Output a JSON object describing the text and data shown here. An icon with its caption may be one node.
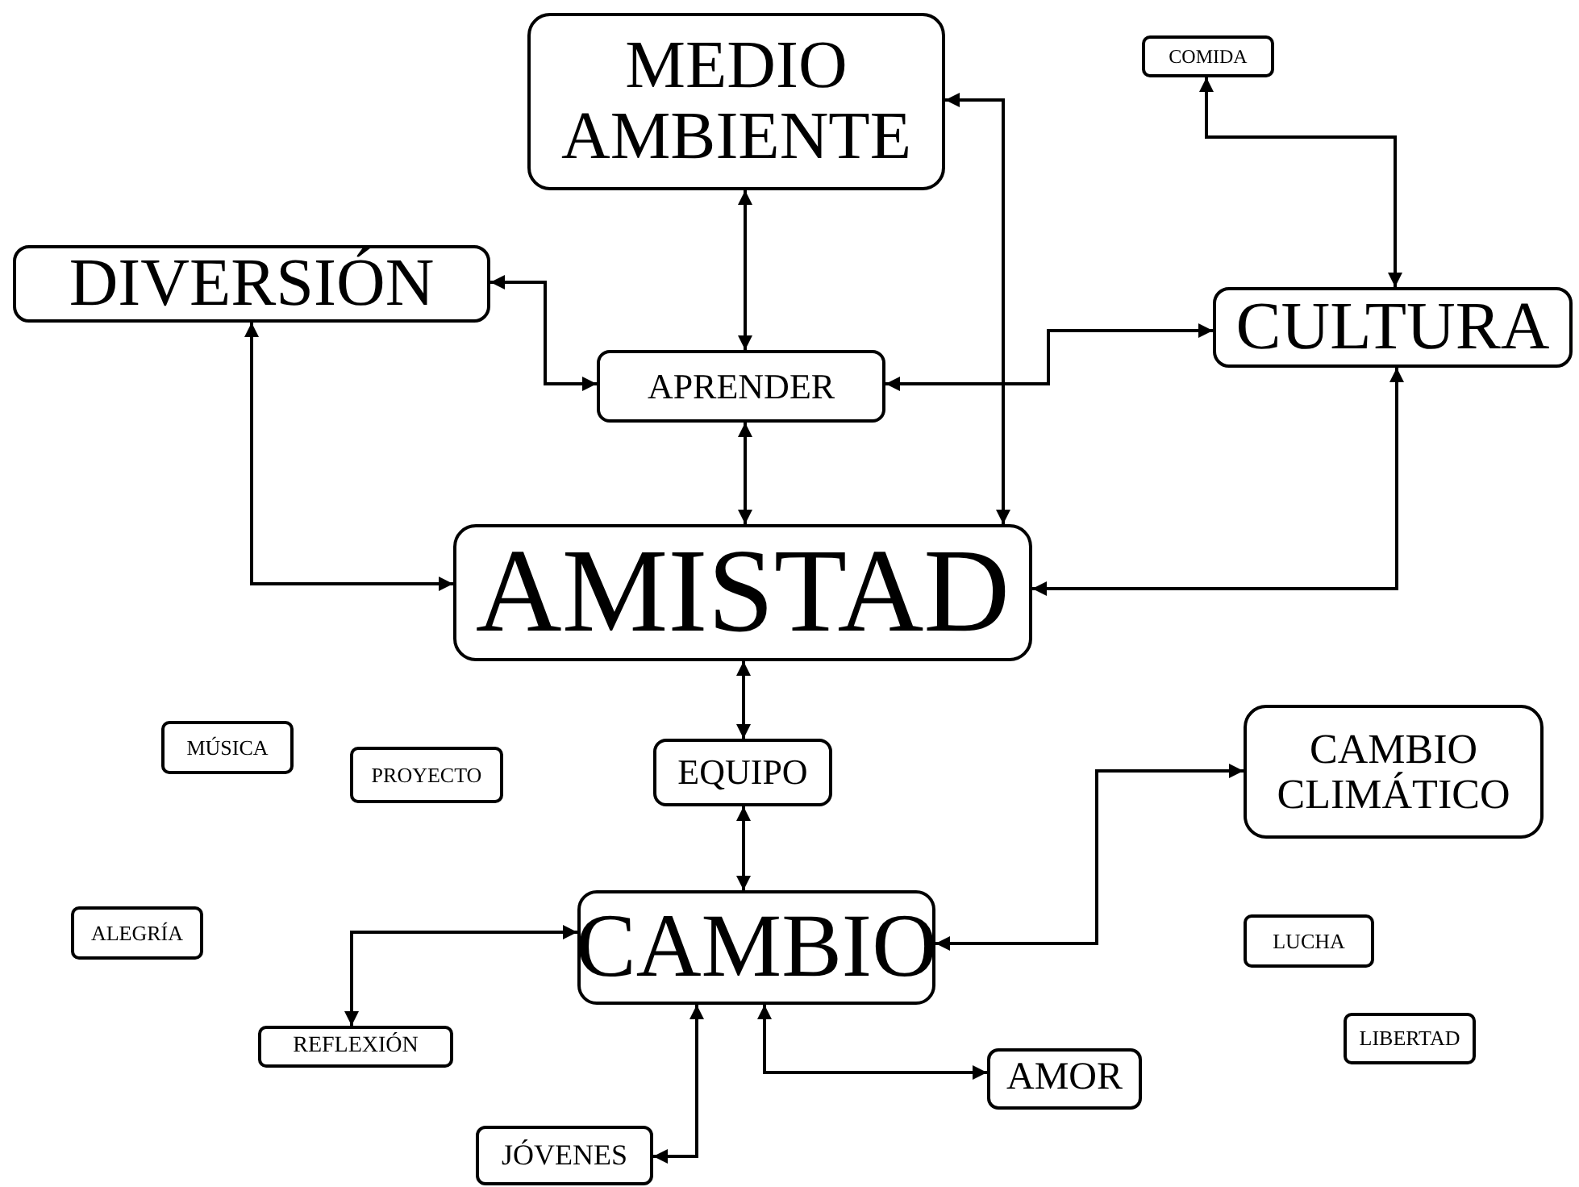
{
  "diagram": {
    "nodes": [
      {
        "text": [
          "MEDIO AMBIENTE"
        ]
      },
      {
        "text": [
          "COMIDA"
        ]
      },
      {
        "text": [
          "DIVERSIÓN"
        ]
      },
      {
        "text": [
          "APRENDER"
        ]
      },
      {
        "text": [
          "CULTURA"
        ]
      },
      {
        "text": [
          "AMISTAD"
        ]
      },
      {
        "text": [
          "MÚSICA"
        ]
      },
      {
        "text": [
          "PROYECTO"
        ]
      },
      {
        "text": [
          "EQUIPO"
        ]
      },
      {
        "text": [
          "CAMBIO CLIMÁTICO"
        ]
      },
      {
        "text": [
          "ALEGRÍA"
        ]
      },
      {
        "text": [
          "CAMBIO"
        ]
      },
      {
        "text": [
          "LUCHA"
        ]
      },
      {
        "text": [
          "REFLEXIÓN"
        ]
      },
      {
        "text": [
          "LIBERTAD"
        ]
      },
      {
        "text": [
          "AMOR"
        ]
      },
      {
        "text": [
          "JÓVENES"
        ]
      }
    ],
    "edges": [
      {
        "from": 0,
        "to": 3,
        "arrow": "both"
      },
      {
        "from": 0,
        "to": 5,
        "arrow": "both"
      },
      {
        "from": 1,
        "to": 4,
        "arrow": "both"
      },
      {
        "from": 2,
        "to": 3,
        "arrow": "both"
      },
      {
        "from": 3,
        "to": 4,
        "arrow": "both"
      },
      {
        "from": 3,
        "to": 5,
        "arrow": "both"
      },
      {
        "from": 2,
        "to": 5,
        "arrow": "both"
      },
      {
        "from": 4,
        "to": 5,
        "arrow": "both"
      },
      {
        "from": 5,
        "to": 8,
        "arrow": "both"
      },
      {
        "from": 8,
        "to": 11,
        "arrow": "both"
      },
      {
        "from": 11,
        "to": 9,
        "arrow": "both"
      },
      {
        "from": 11,
        "to": 13,
        "arrow": "both"
      },
      {
        "from": 11,
        "to": 15,
        "arrow": "both"
      },
      {
        "from": 11,
        "to": 16,
        "arrow": "both"
      }
    ]
  }
}
